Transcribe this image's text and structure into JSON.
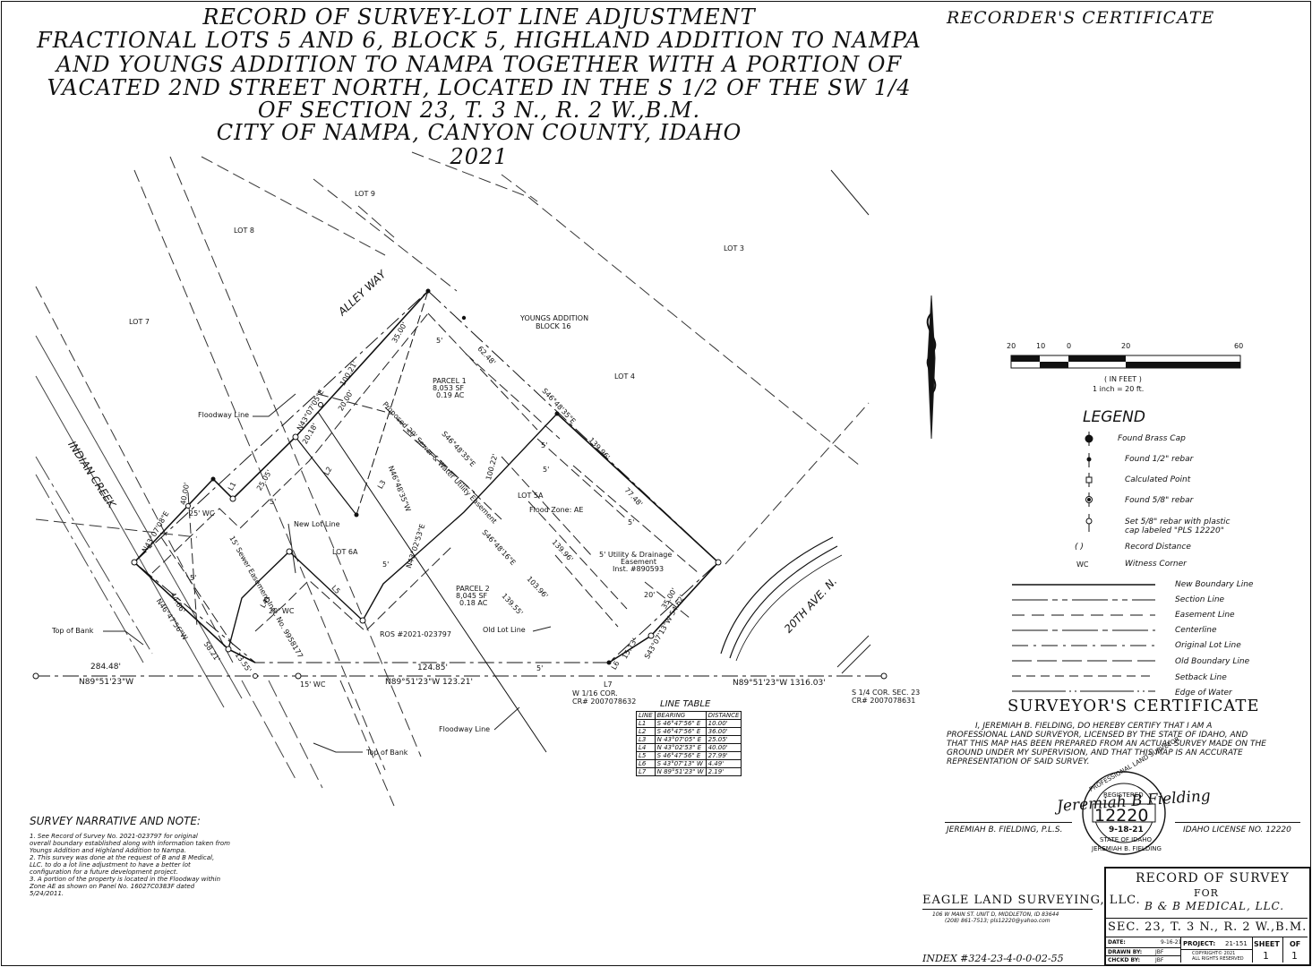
{
  "title": {
    "lines": [
      "RECORD OF SURVEY-LOT LINE ADJUSTMENT",
      "FRACTIONAL LOTS 5 AND 6, BLOCK 5, HIGHLAND ADDITION TO NAMPA",
      "AND YOUNGS ADDITION TO NAMPA TOGETHER WITH A PORTION OF",
      "VACATED 2ND STREET NORTH, LOCATED IN THE S 1/2 OF THE SW 1/4",
      "OF SECTION 23, T. 3 N., R. 2 W.,B.M.",
      "CITY OF NAMPA, CANYON COUNTY, IDAHO",
      "2021"
    ]
  },
  "recorders_certificate": "RECORDER'S CERTIFICATE",
  "map_labels": {
    "lot9": "LOT 9",
    "lot8": "LOT 8",
    "lot7": "LOT 7",
    "lot3": "LOT 3",
    "lot4": "LOT 4",
    "lot5a": "LOT 5A",
    "lot6a": "LOT 6A",
    "alley": "ALLEY WAY",
    "youngs1": "YOUNGS ADDITION",
    "youngs2": "BLOCK 16",
    "parcel1_a": "PARCEL 1",
    "parcel1_b": "8,053 SF",
    "parcel1_c": "0.19 AC",
    "parcel2_a": "PARCEL 2",
    "parcel2_b": "8,045 SF",
    "parcel2_c": "0.18 AC",
    "floodway1": "Floodway Line",
    "floodway2": "Floodway Line",
    "flood_zone": "Flood Zone: AE",
    "new_lot_line": "New Lot Line",
    "old_lot_line": "Old Lot Line",
    "top_of_bank1": "Top of Bank",
    "top_of_bank2": "Top of Bank",
    "indian_creek": "INDIAN CREEK",
    "twentieth_ave": "20TH AVE. N.",
    "ros": "ROS #2021-023797",
    "sewer_easement": "Proposed 20' Sewer & Water Utility Easement",
    "sewer15": "15' Sewer Easement Inst. No. 9958177",
    "utility1": "5' Utility & Drainage",
    "utility2": "Easement",
    "utility3": "Inst. #890593",
    "w16_1": "W 1/16 COR.",
    "w16_2": "CR# 2007078632",
    "s14_1": "S 1/4 COR. SEC. 23",
    "s14_2": "CR# 2007078631",
    "wc25": "25' WC",
    "wc20": "20' WC",
    "wc15": "15' WC",
    "d1": "284.48'",
    "d2": "N89°51'23\"W",
    "d3": "124.85'",
    "d4": "N89°51'23\"W 123.21'",
    "d5": "N89°51'23\"W 1316.03'",
    "d6": "35.00'",
    "d7": "100.21'",
    "d8": "20.00'",
    "d9": "N43°07'05\"E",
    "d10": "20.18'",
    "d11": "25.05'",
    "d12": "62.48'",
    "d13": "S46°48'35\"E",
    "d14": "139.96'",
    "d15": "S46°48'35\"E",
    "d16": "100.22'",
    "d17": "77.48'",
    "d18": "N46°48'35\"W",
    "d19": "N43°02'53\"E",
    "d20": "S46°48'16\"E",
    "d21": "139.96'",
    "d22": "103.96'",
    "d23": "139.55'",
    "d24": "35.00'",
    "d25": "S43°07'13\"W 54.62'",
    "d26": "15.13'",
    "d27": "40.00'",
    "d28": "N43°07'08\"E",
    "d29": "44.66'",
    "d30": "N46°47'56\"W",
    "d31": "58.21'",
    "d32": "13.55'",
    "five1": "5'",
    "five2": "5'",
    "five3": "5'",
    "five4": "5'",
    "five5": "5'",
    "five6": "5'",
    "five7": "5'",
    "five8": "5'",
    "twenty": "20'",
    "L1": "L1",
    "L2": "L2",
    "L3": "L3",
    "L4": "L4",
    "L5": "L5",
    "L6": "L6",
    "L7": "L7"
  },
  "scale": {
    "ticks": [
      "20",
      "10",
      "0",
      "20",
      "60"
    ],
    "unit_line1": "( IN FEET )",
    "unit_line2": "1 inch = 20 ft."
  },
  "legend": {
    "title": "LEGEND",
    "symbols": [
      "Found Brass Cap",
      "Found 1/2\" rebar",
      "Calculated Point",
      "Found 5/8\" rebar",
      "Set 5/8\" rebar with plastic",
      "cap labeled \"PLS 12220\"",
      "Record Distance",
      "Witness Corner"
    ],
    "paren": "(    )",
    "wc": "WC",
    "lines": [
      "New Boundary Line",
      "Section Line",
      "Easement Line",
      "Centerline",
      "Original Lot Line",
      "Old Boundary Line",
      "Setback Line",
      "Edge of Water"
    ]
  },
  "line_table": {
    "title": "LINE TABLE",
    "headers": [
      "LINE",
      "BEARING",
      "DISTANCE"
    ],
    "rows": [
      [
        "L1",
        "S 46°47'56\" E",
        "10.00'"
      ],
      [
        "L2",
        "S 46°47'56\" E",
        "36.00'"
      ],
      [
        "L3",
        "N 43°07'05\" E",
        "25.05'"
      ],
      [
        "L4",
        "N 43°02'53\" E",
        "40.00'"
      ],
      [
        "L5",
        "S 46°47'56\" E",
        "27.99'"
      ],
      [
        "L6",
        "S 43°07'13\" W",
        "4.49'"
      ],
      [
        "L7",
        "N 89°51'23\" W",
        "2.19'"
      ]
    ]
  },
  "surveyors_certificate": {
    "title": "SURVEYOR'S CERTIFICATE",
    "lines": [
      "I, JEREMIAH B. FIELDING, DO HEREBY CERTIFY THAT I AM A",
      "PROFESSIONAL LAND SURVEYOR, LICENSED BY THE STATE OF IDAHO, AND",
      "THAT THIS MAP HAS BEEN PREPARED FROM AN ACTUAL SURVEY MADE ON THE",
      "GROUND UNDER MY SUPERVISION, AND THAT THIS MAP IS AN ACCURATE",
      "REPRESENTATION OF SAID SURVEY."
    ],
    "name": "JEREMIAH B. FIELDING, P.L.S.",
    "license": "IDAHO LICENSE NO. 12220",
    "seal_top": "PROFESSIONAL LAND SURVEYOR",
    "seal_registered": "REGISTERED",
    "seal_number": "12220",
    "seal_state": "STATE OF IDAHO",
    "seal_bottom": "JEREMIAH B. FIELDING",
    "seal_date": "9-18-21",
    "signature": "Jeremiah B Fielding"
  },
  "narrative": {
    "title": "SURVEY NARRATIVE AND NOTE:",
    "lines": [
      "1. See Record of Survey No. 2021-023797 for original",
      "overall boundary established along with information taken from",
      "Youngs Addition and Highland Addition to Nampa.",
      "2. This survey was done at the request of B and B Medical,",
      "LLC. to do a lot line adjustment to have a better lot",
      "configuration for a future development project.",
      "3. A portion of the property is located in the Floodway within",
      "Zone AE as shown on Panel No. 16027C0383F dated",
      "5/24/2011."
    ]
  },
  "company": {
    "name": "EAGLE LAND SURVEYING, LLC.",
    "address1": "106 W MAIN ST. UNIT D, MIDDLETON, ID 83644",
    "address2": "(208) 861-7513; pls12220@yahoo.com",
    "index": "INDEX #324-23-4-0-0-02-55"
  },
  "title_block": {
    "line1": "RECORD OF SURVEY",
    "line2": "FOR",
    "line3": "B & B MEDICAL, LLC.",
    "sec": "SEC. 23, T. 3 N., R. 2 W.,B.M.",
    "date_label": "DATE:",
    "date_value": "9-16-21",
    "drawn_label": "DRAWN BY:",
    "drawn_value": "JBF",
    "checked_label": "CHCKD BY:",
    "checked_value": "JBF",
    "project_label": "PROJECT:",
    "project_value": "21-151",
    "copyright1": "COPYRIGHT© 2021",
    "copyright2": "ALL RIGHTS RESERVED",
    "sheet_label": "SHEET",
    "sheet_value": "1",
    "of_label": "OF",
    "of_value": "1"
  }
}
